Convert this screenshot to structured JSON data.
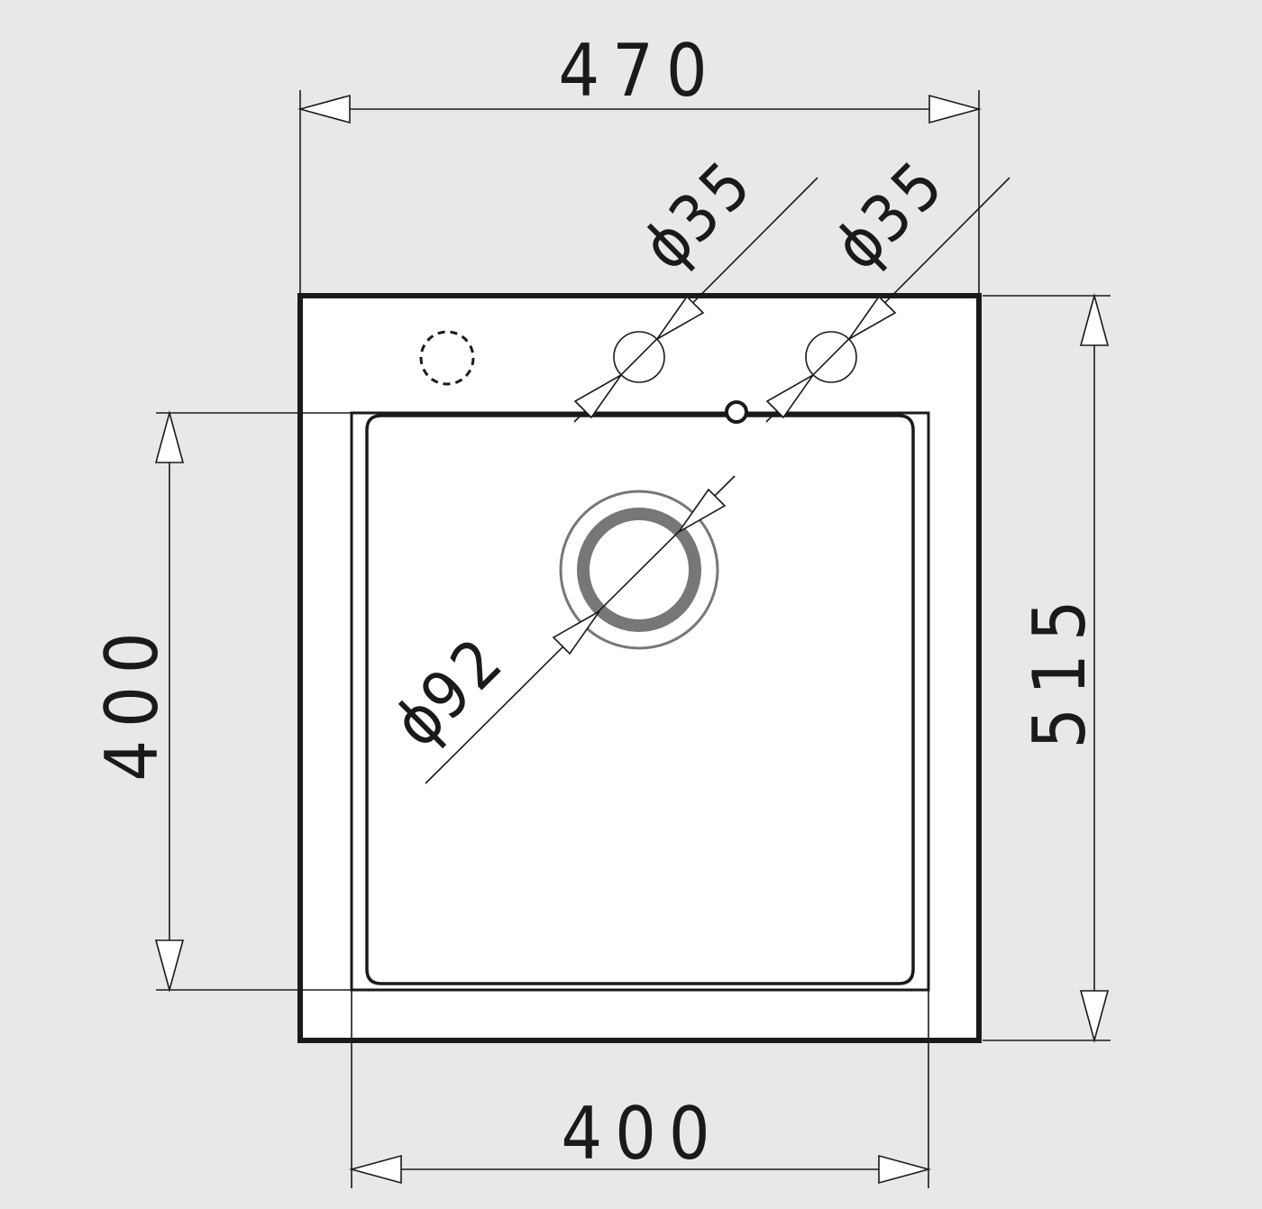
{
  "drawing": {
    "dimensions": {
      "overall_width": "470",
      "overall_depth": "515",
      "bowl_depth": "400",
      "bowl_width": "400",
      "tap_hole_1_diameter": "35",
      "tap_hole_2_diameter": "35",
      "drain_diameter": "92"
    },
    "diameter_symbol": "ϕ",
    "colors": {
      "background": "#e8e8e9",
      "sink_fill": "#ffffff",
      "line": "#1a1a1a",
      "drain_ring": "#777777"
    }
  }
}
